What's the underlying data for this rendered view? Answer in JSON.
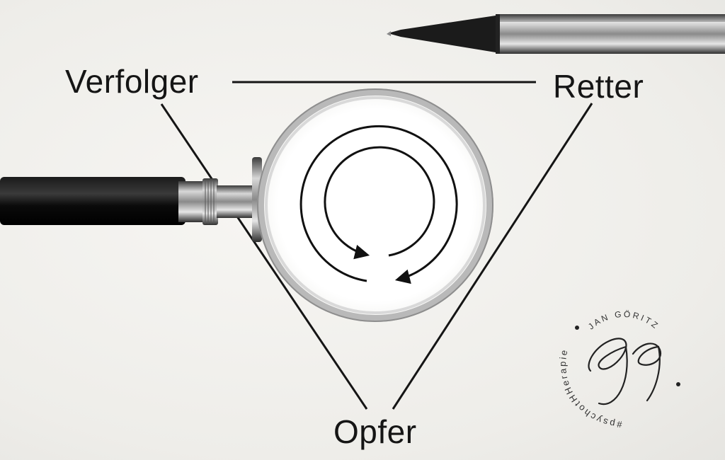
{
  "diagram": {
    "roles": {
      "persecutor": "Verfolger",
      "rescuer": "Retter",
      "victim": "Opfer"
    }
  },
  "logo": {
    "name_text": "JAN GÖRITZ",
    "hashtag_text": "#psychotHHerapie",
    "monogram_text": "JG"
  },
  "colors": {
    "paper": "#f1f0ed",
    "ink": "#151515"
  }
}
